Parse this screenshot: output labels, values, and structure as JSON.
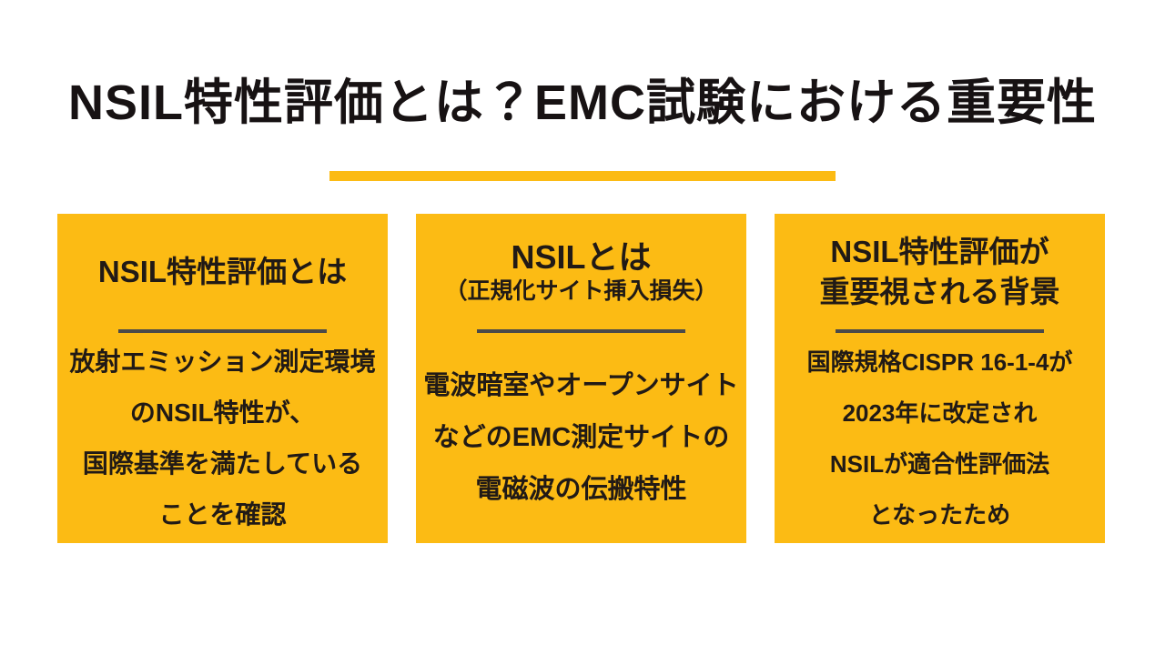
{
  "title": {
    "text": "NSIL特性評価とは？EMC試験における重要性"
  },
  "colors": {
    "accent_yellow": "#FCBB14",
    "divider_gray": "#4a4a4a",
    "title_text": "#171213",
    "card_text": "#211a16",
    "background": "#ffffff"
  },
  "cards": [
    {
      "heading_lines": [
        "NSIL特性評価とは"
      ],
      "subtitle": "",
      "body_lines": [
        "放射エミッション測定環境",
        "のNSIL特性が、",
        "国際基準を満たしている",
        "ことを確認"
      ]
    },
    {
      "heading_lines": [
        "NSILとは"
      ],
      "subtitle": "（正規化サイト挿入損失）",
      "body_lines": [
        "電波暗室やオープンサイト",
        "などのEMC測定サイトの",
        "電磁波の伝搬特性"
      ]
    },
    {
      "heading_lines": [
        "NSIL特性評価が",
        "重要視される背景"
      ],
      "subtitle": "",
      "body_lines": [
        "国際規格CISPR 16-1-4が",
        "2023年に改定され",
        "NSILが適合性評価法",
        "となったため"
      ]
    }
  ]
}
